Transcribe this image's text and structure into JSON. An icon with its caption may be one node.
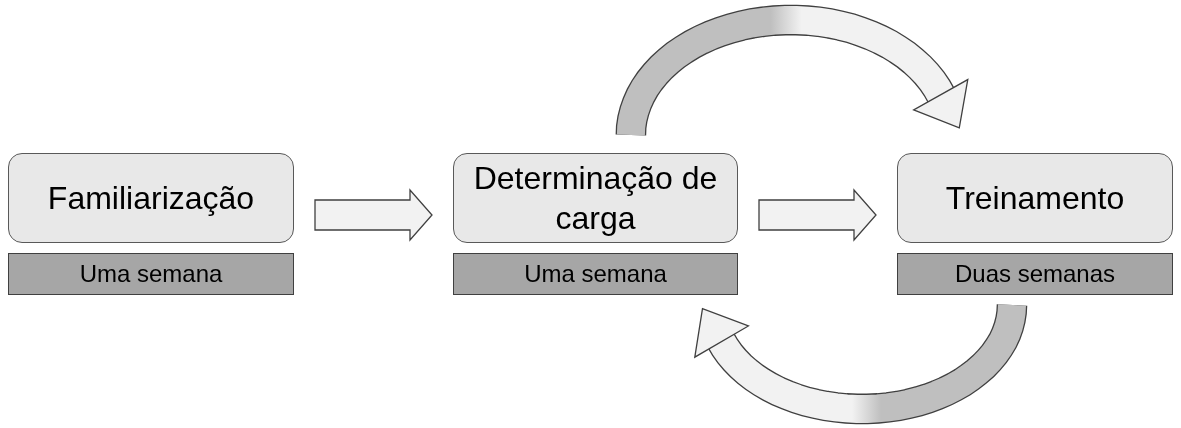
{
  "diagram": {
    "nodes": [
      {
        "text": [
          "Familiarização"
        ]
      },
      {
        "text": [
          "Uma semana"
        ]
      },
      {
        "text": [
          "Determinação de carga"
        ]
      },
      {
        "text": [
          "Uma semana"
        ]
      },
      {
        "text": [
          "Treinamento"
        ]
      },
      {
        "text": [
          "Duas semanas"
        ]
      }
    ],
    "edges": [
      {
        "from": 0,
        "to": 2,
        "arrow": "to"
      },
      {
        "from": 2,
        "to": 4,
        "arrow": "to"
      },
      {
        "from": 2,
        "to": 4,
        "arrow": "to"
      },
      {
        "from": 5,
        "to": 3,
        "arrow": "to"
      }
    ]
  }
}
